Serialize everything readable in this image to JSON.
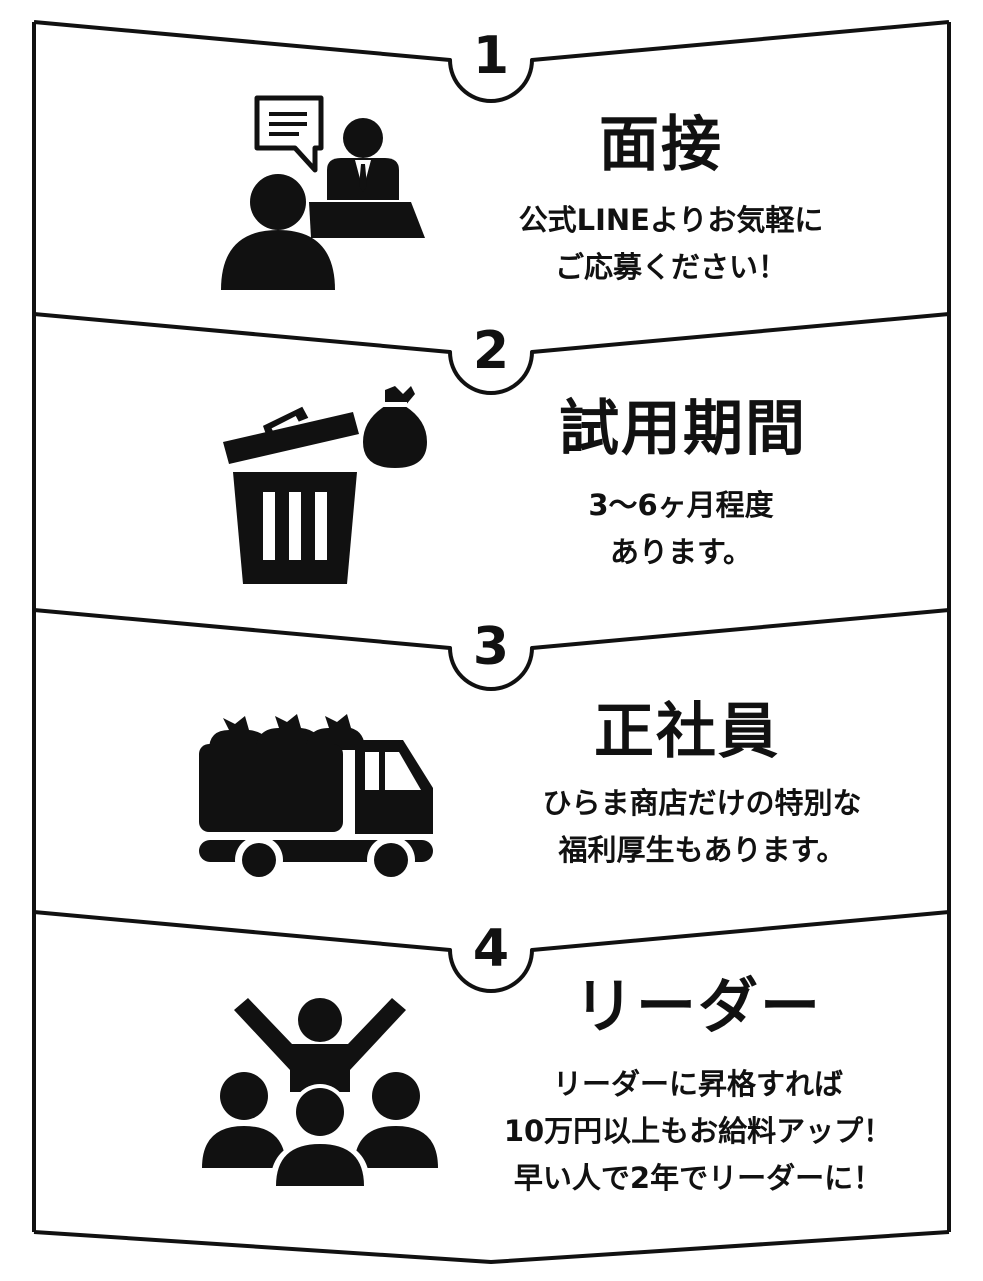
{
  "steps": [
    {
      "number": "1",
      "title": "面接",
      "lines": [
        "公式LINEよりお気軽に",
        "ご応募ください！"
      ],
      "icon": "interview-icon"
    },
    {
      "number": "2",
      "title": "試用期間",
      "lines": [
        "3〜6ヶ月程度",
        "あります。"
      ],
      "icon": "trash-can-icon"
    },
    {
      "number": "3",
      "title": "正社員",
      "lines": [
        "ひらま商店だけの特別な",
        "福利厚生もあります。"
      ],
      "icon": "garbage-truck-icon"
    },
    {
      "number": "4",
      "title": "リーダー",
      "lines": [
        "リーダーに昇格すれば",
        "10万円以上もお給料アップ！",
        "早い人で2年でリーダーに！"
      ],
      "icon": "leader-group-icon"
    }
  ],
  "colors": {
    "ink": "#111111",
    "background": "#ffffff"
  }
}
